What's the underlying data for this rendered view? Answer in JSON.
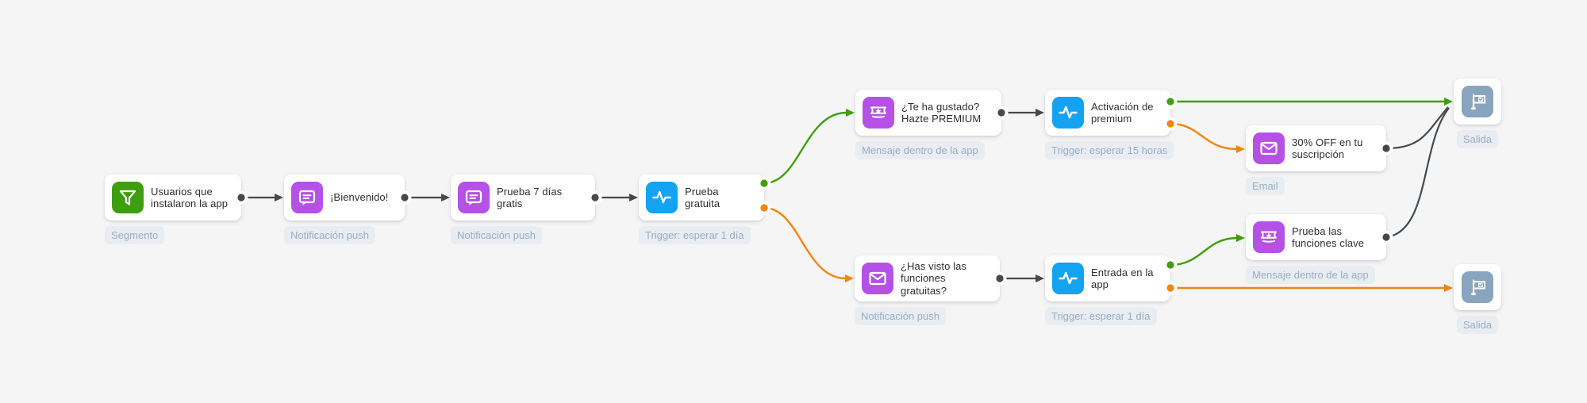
{
  "app": {
    "description_labels": {
      "exit": "Salida"
    }
  },
  "colors": {
    "background": "#f5f5f6",
    "green": "#3E9E0E",
    "orange": "#F1860D",
    "dark_connector": "#45494E",
    "purple": "#B551E6",
    "blue": "#14A3F1",
    "slate": "#89A4BE",
    "pill_bg": "#E9EDF2",
    "pill_text": "#97ADC4",
    "title_text": "#2C2E30"
  },
  "nodes": [
    {
      "id": "segment",
      "title": "Usuarios que instalaron la app",
      "type_label": "Segmento",
      "icon": "funnel-icon",
      "icon_color": "#3E9E0E"
    },
    {
      "id": "welcome",
      "title": "¡Bienvenido!",
      "type_label": "Notificación push",
      "icon": "push-message-icon",
      "icon_color": "#B551E6"
    },
    {
      "id": "trial-7-days",
      "title": "Prueba 7 días gratis",
      "type_label": "Notificación push",
      "icon": "push-message-icon",
      "icon_color": "#B551E6"
    },
    {
      "id": "free-trial",
      "title": "Prueba gratuita",
      "type_label": "Trigger: esperar 1 día",
      "icon": "pulse-icon",
      "icon_color": "#14A3F1"
    },
    {
      "id": "premium-offer",
      "title": "¿Te ha gustado? Hazte PREMIUM",
      "type_label": "Mensaje dentro de la app",
      "icon": "ticket-icon",
      "icon_color": "#B551E6"
    },
    {
      "id": "premium-activation",
      "title": "Activación de premium",
      "type_label": "Trigger: esperar 15 horas",
      "icon": "pulse-icon",
      "icon_color": "#14A3F1"
    },
    {
      "id": "discount-email",
      "title": "30% OFF en tu suscripción",
      "type_label": "Email",
      "icon": "envelope-icon",
      "icon_color": "#B551E6"
    },
    {
      "id": "exit-top",
      "title": "",
      "type_label": "Salida",
      "icon": "flag-icon",
      "icon_color": "#89A4BE"
    },
    {
      "id": "free-features",
      "title": "¿Has visto las funciones gratuitas?",
      "type_label": "Notificación push",
      "icon": "envelope-icon",
      "icon_color": "#B551E6"
    },
    {
      "id": "app-entry",
      "title": "Entrada en la app",
      "type_label": "Trigger: esperar 1 día",
      "icon": "pulse-icon",
      "icon_color": "#14A3F1"
    },
    {
      "id": "key-features",
      "title": "Prueba las funciones clave",
      "type_label": "Mensaje dentro de la app",
      "icon": "ticket-icon",
      "icon_color": "#B551E6"
    },
    {
      "id": "exit-bottom",
      "title": "",
      "type_label": "Salida",
      "icon": "flag-icon",
      "icon_color": "#89A4BE"
    }
  ],
  "edges": [
    {
      "from": "segment",
      "to": "welcome",
      "color": "dark"
    },
    {
      "from": "welcome",
      "to": "trial-7-days",
      "color": "dark"
    },
    {
      "from": "trial-7-days",
      "to": "free-trial",
      "color": "dark"
    },
    {
      "from": "free-trial",
      "to": "premium-offer",
      "color": "green"
    },
    {
      "from": "free-trial",
      "to": "free-features",
      "color": "orange"
    },
    {
      "from": "premium-offer",
      "to": "premium-activation",
      "color": "dark"
    },
    {
      "from": "premium-activation",
      "to": "exit-top",
      "color": "green"
    },
    {
      "from": "premium-activation",
      "to": "discount-email",
      "color": "orange"
    },
    {
      "from": "discount-email",
      "to": "exit-top",
      "color": "dark"
    },
    {
      "from": "free-features",
      "to": "app-entry",
      "color": "dark"
    },
    {
      "from": "app-entry",
      "to": "key-features",
      "color": "green"
    },
    {
      "from": "app-entry",
      "to": "exit-bottom",
      "color": "orange"
    },
    {
      "from": "key-features",
      "to": "exit-top",
      "color": "dark"
    }
  ]
}
